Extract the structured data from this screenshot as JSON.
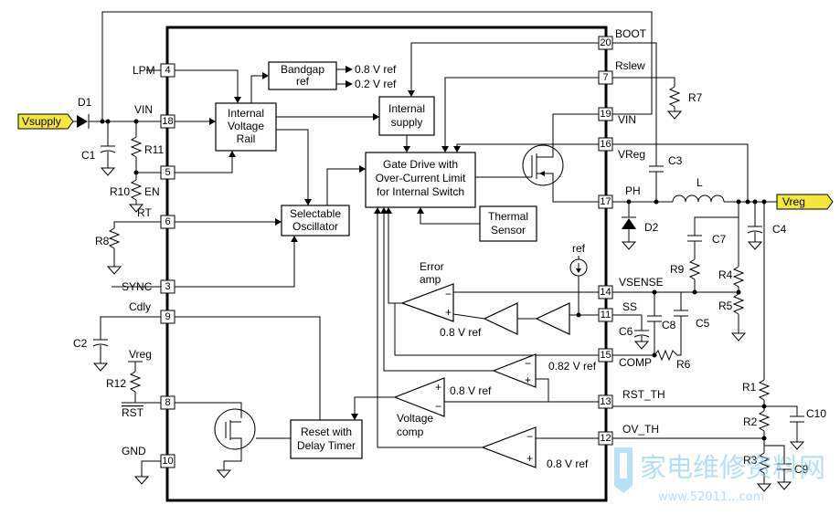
{
  "pins": {
    "lpm": {
      "num": "4",
      "name": "LPM"
    },
    "vin": {
      "num": "18",
      "name": "VIN"
    },
    "en": {
      "num": "5",
      "name": "EN"
    },
    "rt": {
      "num": "6",
      "name": "RT"
    },
    "sync": {
      "num": "3",
      "name": "SYNC"
    },
    "cdly": {
      "num": "9",
      "name": "Cdly"
    },
    "rst": {
      "num": "8",
      "name": "RST"
    },
    "gnd": {
      "num": "10",
      "name": "GND"
    },
    "boot": {
      "num": "20",
      "name": "BOOT"
    },
    "rslew": {
      "num": "7",
      "name": "Rslew"
    },
    "vin2": {
      "num": "19",
      "name": "VIN"
    },
    "vreg": {
      "num": "16",
      "name": "VReg"
    },
    "ph": {
      "num": "17",
      "name": "PH"
    },
    "vsense": {
      "num": "14",
      "name": "VSENSE"
    },
    "ss": {
      "num": "11",
      "name": "SS"
    },
    "comp": {
      "num": "15",
      "name": "COMP"
    },
    "rst_th": {
      "num": "13",
      "name": "RST_TH"
    },
    "ov_th": {
      "num": "12",
      "name": "OV_TH"
    }
  },
  "blocks": {
    "bandgap": [
      "Bandgap",
      "ref"
    ],
    "ivr": [
      "Internal",
      "Voltage",
      "Rail"
    ],
    "isupply": [
      "Internal",
      "supply"
    ],
    "gate": [
      "Gate Drive with",
      "Over-Current Limit",
      "for Internal Switch"
    ],
    "osc": [
      "Selectable",
      "Oscillator"
    ],
    "thermal": [
      "Thermal",
      "Sensor"
    ],
    "reset": [
      "Reset with",
      "Delay Timer"
    ]
  },
  "refs": {
    "r08": "0.8 V ref",
    "r02": "0.2 V ref",
    "ref": "ref",
    "r082": "0.82 V ref"
  },
  "labels": {
    "error_amp": [
      "Error",
      "amp"
    ],
    "voltage_comp": [
      "Voltage",
      "comp"
    ],
    "vsupply": "Vsupply",
    "vreg_out": "Vreg",
    "vreg_pullup": "Vreg"
  },
  "components": {
    "d1": "D1",
    "c1": "C1",
    "r11": "R11",
    "r10": "R10",
    "r8": "R8",
    "c2": "C2",
    "r12": "R12",
    "r7": "R7",
    "c3": "C3",
    "l": "L",
    "d2": "D2",
    "c4": "C4",
    "c7": "C7",
    "r9": "R9",
    "r4": "R4",
    "r5": "R5",
    "c6": "C6",
    "c8": "C8",
    "c5": "C5",
    "r6": "R6",
    "r1": "R1",
    "r2": "R2",
    "c10": "C10",
    "r3": "R3",
    "c9": "C9"
  },
  "watermark": "家电维修资料网",
  "watermark_url": "www.52011...com"
}
